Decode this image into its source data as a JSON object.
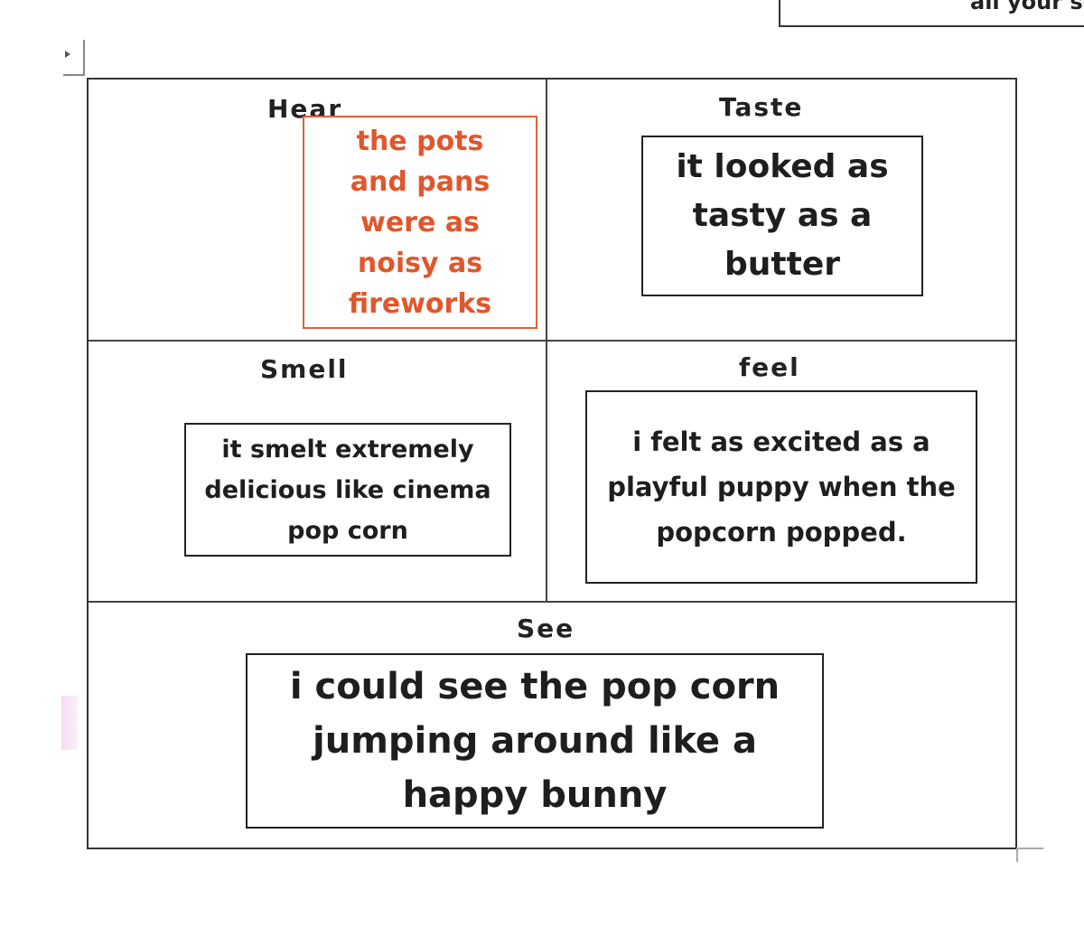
{
  "corner_callout": {
    "text": "all your se"
  },
  "cells": {
    "hear": {
      "heading": "Hear",
      "text": "the pots and pans were as noisy as fireworks"
    },
    "taste": {
      "heading": "Taste",
      "text": "it looked as tasty as a butter"
    },
    "smell": {
      "heading": "Smell",
      "text": "it smelt extremely delicious like cinema pop corn"
    },
    "feel": {
      "heading": "feel",
      "text": "i felt as excited as a playful puppy when the popcorn popped."
    },
    "see": {
      "heading": "See",
      "text": "i could see the pop corn jumping around like a happy bunny"
    }
  },
  "colors": {
    "hear_text": "#e0562d",
    "hear_border": "#e0613c",
    "border": "#222222"
  }
}
